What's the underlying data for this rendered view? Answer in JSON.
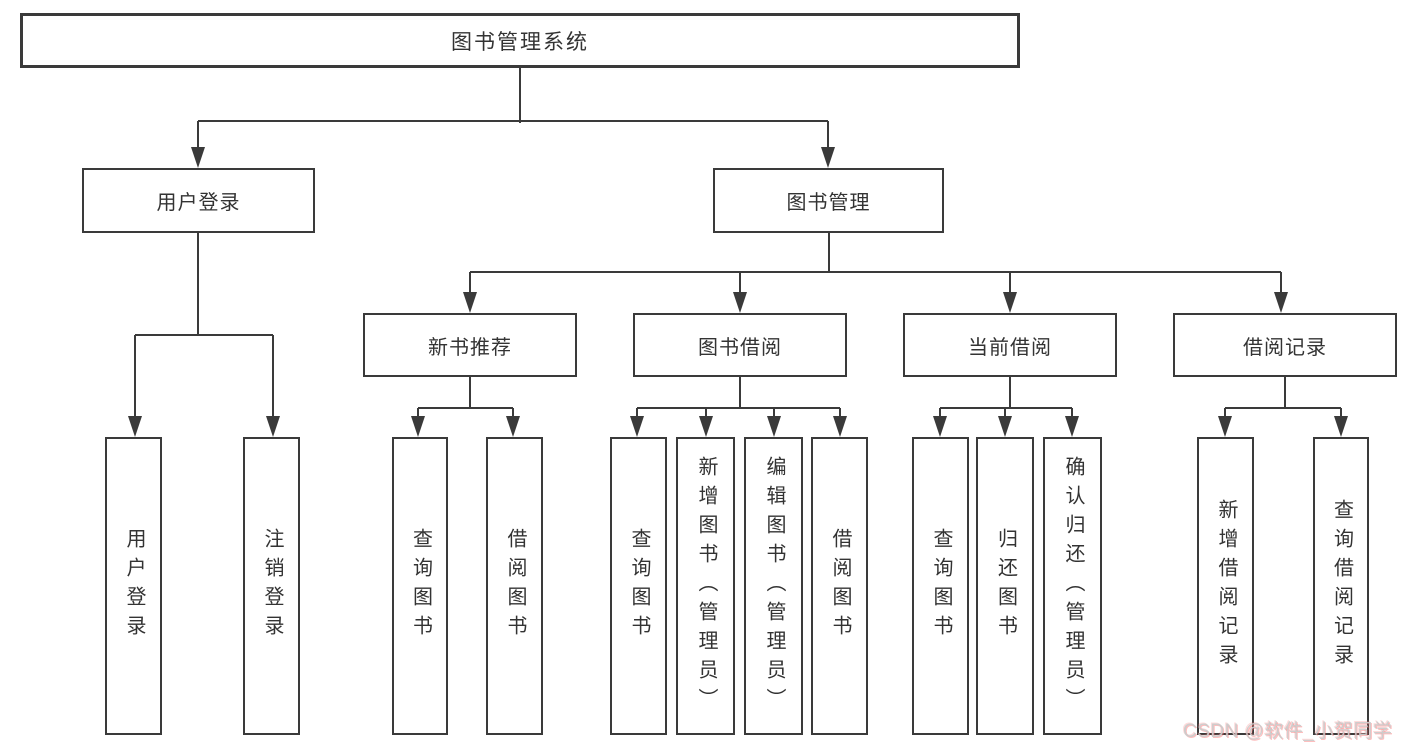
{
  "nodes": {
    "root": "图书管理系统",
    "userLogin": "用户登录",
    "bookMgmt": "图书管理",
    "newBookRecommend": "新书推荐",
    "bookBorrow": "图书借阅",
    "currentBorrow": "当前借阅",
    "borrowRecords": "借阅记录",
    "leafUserLogin": "用户登录",
    "leafLogout": "注销登录",
    "recQueryBooks": "查询图书",
    "recBorrowBooks": "借阅图书",
    "bbQueryBooks": "查询图书",
    "bbAddBooks": "新增图书（管理员）",
    "bbEditBooks": "编辑图书（管理员）",
    "bbBorrowBooks": "借阅图书",
    "cbQueryBooks": "查询图书",
    "cbReturnBooks": "归还图书",
    "cbConfirmReturn": "确认归还（管理员）",
    "brAddRecord": "新增借阅记录",
    "brQueryRecord": "查询借阅记录"
  },
  "watermark": "CSDN @软件_小贺同学",
  "colors": {
    "line": "#3a3a3a",
    "text": "#333333",
    "background": "#ffffff",
    "watermark_gray": "#cbcbcb",
    "watermark_red": "#fa6e6e"
  }
}
